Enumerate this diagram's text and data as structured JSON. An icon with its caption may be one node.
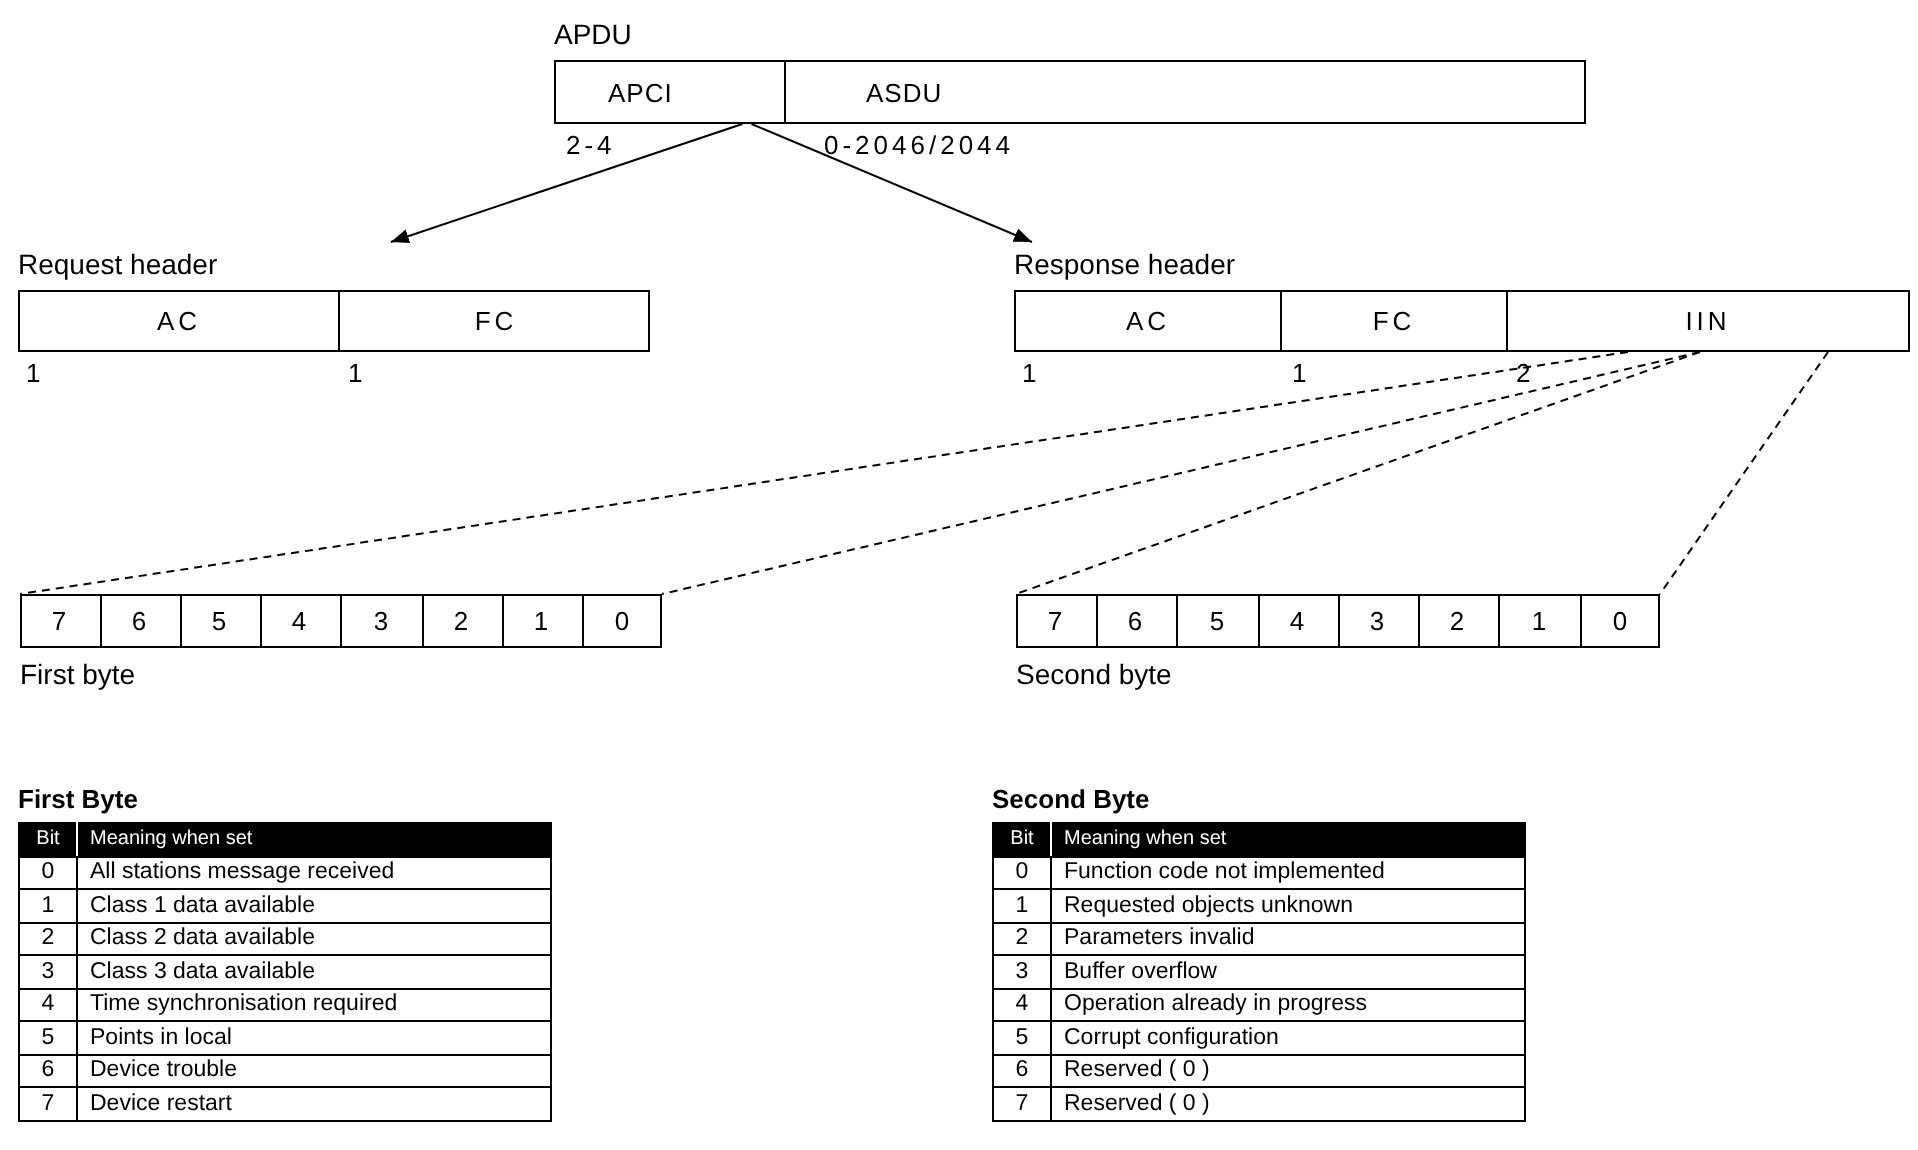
{
  "diagram": {
    "nodes": [
      {
        "text": [
          "APDU"
        ]
      },
      {
        "text": [
          "APCI"
        ],
        "in": 0,
        "beside": [
          "2-4"
        ]
      },
      {
        "text": [
          "ASDU"
        ],
        "in": 0,
        "beside": [
          "0-2046/2044"
        ]
      },
      {
        "text": [
          "Request header"
        ]
      },
      {
        "text": [
          "AC"
        ],
        "in": 3,
        "beside": [
          "1"
        ]
      },
      {
        "text": [
          "FC"
        ],
        "in": 3
      },
      {
        "text": [
          "Response header"
        ]
      },
      {
        "text": [
          "AC"
        ],
        "in": 6,
        "beside": [
          "1"
        ]
      },
      {
        "text": [
          "FC"
        ],
        "in": 6,
        "beside": [
          "1"
        ]
      },
      {
        "text": [
          "IIN"
        ],
        "in": 6
      },
      {
        "text": [
          "First byte"
        ]
      },
      {
        "text": [
          "7"
        ],
        "in": 10
      },
      {
        "text": [
          "6"
        ],
        "in": 10
      },
      {
        "text": [
          "5"
        ],
        "in": 10
      },
      {
        "text": [
          "4"
        ],
        "in": 10
      },
      {
        "text": [
          "3"
        ],
        "in": 10
      },
      {
        "text": [
          "2"
        ],
        "in": 10
      },
      {
        "text": [
          "1"
        ],
        "in": 10
      },
      {
        "text": [
          "0"
        ],
        "in": 10
      },
      {
        "text": [
          "Second byte"
        ]
      },
      {
        "text": [
          "7"
        ],
        "in": 19
      },
      {
        "text": [
          "6"
        ],
        "in": 19
      },
      {
        "text": [
          "5"
        ],
        "in": 19
      },
      {
        "text": [
          "4"
        ],
        "in": 19
      },
      {
        "text": [
          "3"
        ],
        "in": 19
      },
      {
        "text": [
          "2"
        ],
        "in": 19
      },
      {
        "text": [
          "1"
        ],
        "in": 19
      },
      {
        "text": [
          "0"
        ],
        "in": 19
      }
    ],
    "edges": [
      {
        "from": 1,
        "to": 3,
        "arrow": "to"
      },
      {
        "from": 1,
        "to": 6,
        "arrow": "to"
      },
      {
        "from": 9,
        "to": 10,
        "arrow": "none",
        "style": "dashed"
      },
      {
        "from": 9,
        "to": 10,
        "arrow": "none",
        "style": "dashed"
      },
      {
        "from": 9,
        "to": 19,
        "arrow": "none",
        "style": "dashed"
      },
      {
        "from": 9,
        "to": 19,
        "arrow": "none",
        "style": "dashed"
      }
    ],
    "labels": [
      "1",
      "2",
      "First Byte",
      "Bit",
      "Meaning when set",
      "0",
      "All stations message received",
      "1",
      "Class 1 data available",
      "2",
      "Class 2 data available",
      "3",
      "Class 3 data available",
      "4",
      "Time synchronisation required",
      "5",
      "Points in local",
      "6",
      "Device trouble",
      "7",
      "Device restart",
      "Second Byte",
      "Bit",
      "Meaning when set",
      "0",
      "Function code not implemented",
      "1",
      "Requested objects unknown",
      "2",
      "Parameters invalid",
      "3",
      "Buffer overflow",
      "4",
      "Operation already in progress",
      "5",
      "Corrupt configuration",
      "6",
      "Reserved ( 0 )",
      "7",
      "Reserved ( 0 )"
    ]
  }
}
